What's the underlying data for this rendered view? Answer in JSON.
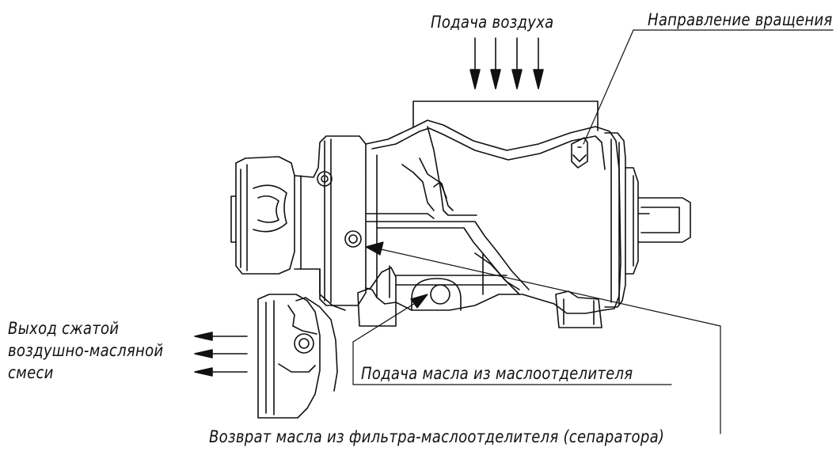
{
  "labels": {
    "air_supply": "Подача воздуха",
    "rotation_direction": "Направление вращения",
    "output_mix": [
      "Выход сжатой",
      "воздушно-масляной",
      "смеси"
    ],
    "oil_supply": "Подача масла из маслоотделителя",
    "oil_return": "Возврат масла из фильтра-маслоотделителя (сепаратора)"
  },
  "colors": {
    "line": "#111111",
    "background": "#ffffff"
  }
}
